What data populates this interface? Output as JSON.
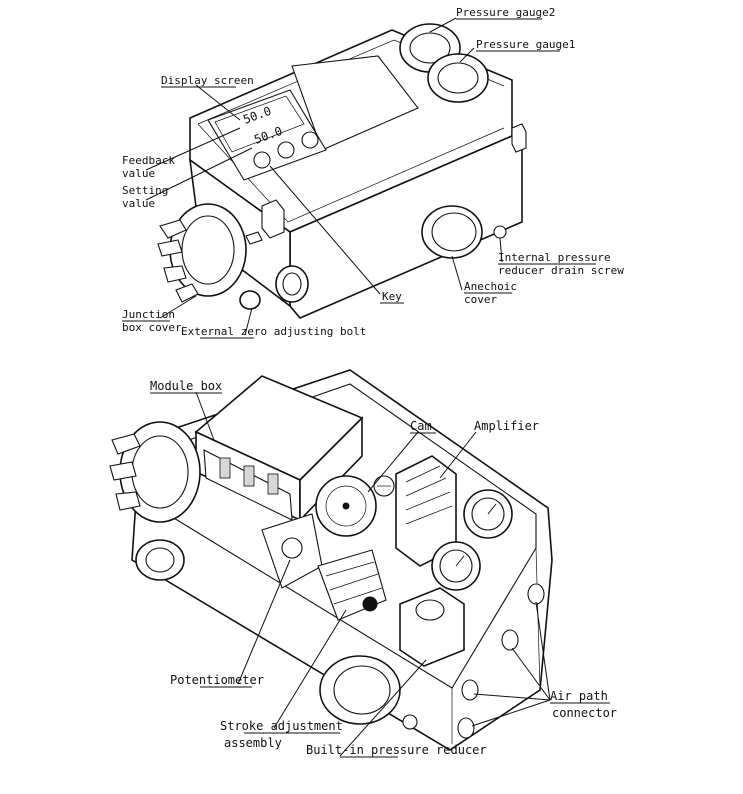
{
  "top_labels": {
    "pressure_gauge2": "Pressure gauge2",
    "pressure_gauge1": "Pressure gauge1",
    "display_screen": "Display screen",
    "feedback_value_1": "Feedback",
    "feedback_value_2": "value",
    "setting_value_1": "Setting",
    "setting_value_2": "value",
    "internal_drain_1": "Internal pressure",
    "internal_drain_2": "reducer drain screw",
    "anechoic_cover_1": "Anechoic",
    "anechoic_cover_2": "cover",
    "key": "Key",
    "junction_box_cover_1": "Junction",
    "junction_box_cover_2": "box cover",
    "external_zero_bolt": "External zero adjusting bolt"
  },
  "bottom_labels": {
    "module_box": "Module box",
    "cam": "Cam",
    "amplifier": "Amplifier",
    "potentiometer": "Potentiometer",
    "stroke_adjustment_1": "Stroke adjustment",
    "stroke_adjustment_2": "assembly",
    "built_in_reducer": "Built-in pressure reducer",
    "air_path_connector_1": "Air path",
    "air_path_connector_2": "connector"
  },
  "display_readouts": {
    "feedback": "50.0",
    "setting": "50.0"
  }
}
